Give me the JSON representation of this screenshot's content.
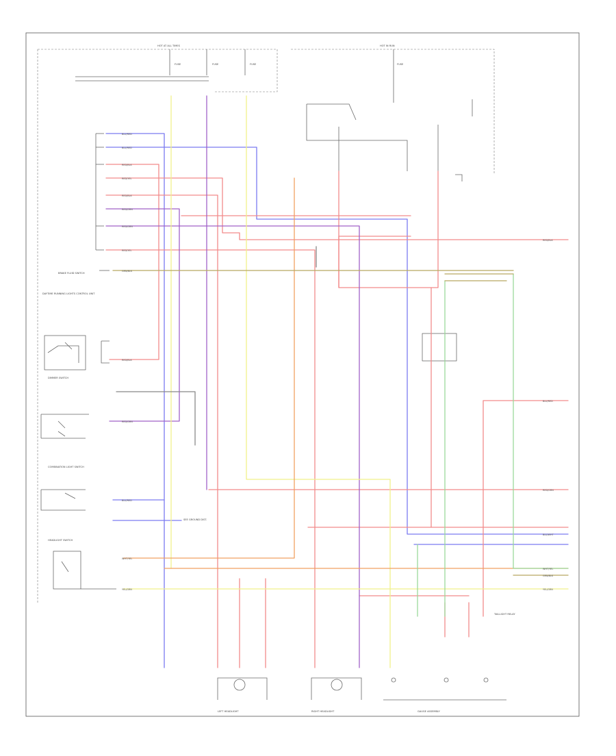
{
  "colors": {
    "red": "#f28a8a",
    "blue": "#7a7af0",
    "yellow": "#f0f08a",
    "orange": "#f0a060",
    "purple": "#a060c8",
    "green": "#9ad89a",
    "olive": "#b8a860",
    "gray": "#888888"
  },
  "wire_labels": {
    "blu_red": "BLU/RED",
    "red_blk": "RED/BLK",
    "red_yel": "RED/YEL",
    "red_grn": "RED/GRN",
    "grn_blk": "GRN/BLK",
    "wht_yel": "WHT/YEL",
    "blu_wht": "BLU/WHT",
    "yel_grn": "YEL/GRN"
  },
  "labels": {
    "brake_fluid": "BRAKE FLUID SWITCH",
    "control_unit": "DAYTIME RUNNING LIGHTS CONTROL UNIT",
    "dimmer_switch": "DIMMER SWITCH",
    "headlight_switch": "HEADLIGHT SWITCH",
    "combination_switch": "COMBINATION LIGHT SWITCH",
    "left_headlight": "LEFT HEADLIGHT",
    "right_headlight": "RIGHT HEADLIGHT",
    "gauge_assembly": "GAUGE ASSEMBLY",
    "taillight_relay": "TAILLIGHT RELAY",
    "hot_at_all_times": "HOT AT ALL TIMES",
    "hot_in_run": "HOT IN RUN",
    "fuse": "FUSE",
    "see_ground": "SEE GROUND DIST."
  }
}
